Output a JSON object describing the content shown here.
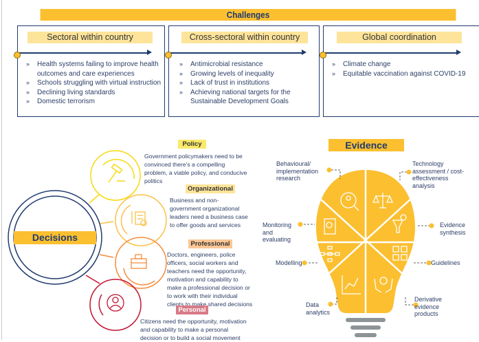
{
  "challenges": {
    "title": "Challenges",
    "columns": [
      {
        "heading": "Sectoral within country",
        "items": [
          "Health systems failing to improve health outcomes and care experiences",
          "Schools struggling with virtual instruction",
          "Declining living standards",
          "Domestic terrorism"
        ]
      },
      {
        "heading": "Cross-sectoral within country",
        "items": [
          "Antimicrobial resistance",
          "Growing levels of inequality",
          "Lack of trust in institutions",
          "Achieving national targets for the Sustainable Development Goals"
        ]
      },
      {
        "heading": "Global coordination",
        "items": [
          "Climate change",
          "Equitable vaccination against COVID-19"
        ]
      }
    ]
  },
  "decisions": {
    "title": "Decisions",
    "levels": [
      {
        "label": "Policy",
        "text": "Government policymakers need to be convinced there's a compelling problem, a viable policy, and conducive politics",
        "color": "#f7d90f",
        "icon": "gavel-icon"
      },
      {
        "label": "Organizational",
        "text": "Business and non-government organizational leaders need a business case to offer goods and services",
        "color": "#fbc045",
        "icon": "document-icon"
      },
      {
        "label": "Professional",
        "text": "Doctors, engineers, police officers, social workers and teachers need the opportunity, motivation and capability to make a professional decision or to work with their individual clients to make shared decisions",
        "color": "#f68b3a",
        "icon": "briefcase-icon"
      },
      {
        "label": "Personal",
        "text": "Citizens need the opportunity, motivation and capability to make a personal decision or to build a social movement",
        "color": "#c0142f",
        "icon": "person-icon"
      }
    ]
  },
  "evidence": {
    "title": "Evidence",
    "types": [
      {
        "label": "Behavioural/ implementation research",
        "icon": "magnifier-person-icon"
      },
      {
        "label": "Technology assessment / cost-effectiveness analysis",
        "icon": "scales-icon"
      },
      {
        "label": "Monitoring and evaluating",
        "icon": "clipboard-icon"
      },
      {
        "label": "Evidence synthesis",
        "icon": "funnel-gear-icon"
      },
      {
        "label": "Modelling",
        "icon": "flowchart-icon"
      },
      {
        "label": "Guidelines",
        "icon": "checkboxes-icon"
      },
      {
        "label": "Data analytics",
        "icon": "line-chart-icon"
      },
      {
        "label": "Derivative evidence products",
        "icon": "hands-gear-icon"
      }
    ]
  },
  "colors": {
    "accent": "#fbbf30",
    "navy": "#1f3a6e",
    "pill": "#fde49a"
  }
}
